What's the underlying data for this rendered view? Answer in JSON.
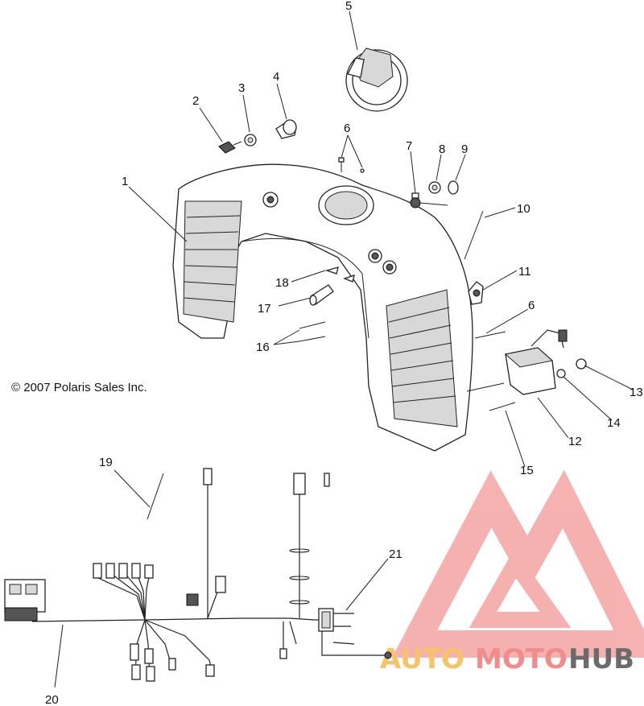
{
  "copyright": "© 2007 Polaris Sales Inc.",
  "callouts": {
    "c1": "1",
    "c2": "2",
    "c3": "3",
    "c4": "4",
    "c5": "5",
    "c6a": "6",
    "c6b": "6",
    "c7": "7",
    "c8": "8",
    "c9": "9",
    "c10": "10",
    "c11": "11",
    "c12": "12",
    "c13": "13",
    "c14": "14",
    "c15": "15",
    "c16": "16",
    "c17": "17",
    "c18": "18",
    "c19": "19",
    "c20": "20",
    "c21": "21"
  },
  "watermark": {
    "part1": "AUTO",
    "part2": "MOTO",
    "part3": "HUB",
    "colors": {
      "triangle": "#f4a3a3",
      "auto": "#f6c26a",
      "moto": "#f08c8c",
      "hub": "#6b6b6b"
    }
  }
}
